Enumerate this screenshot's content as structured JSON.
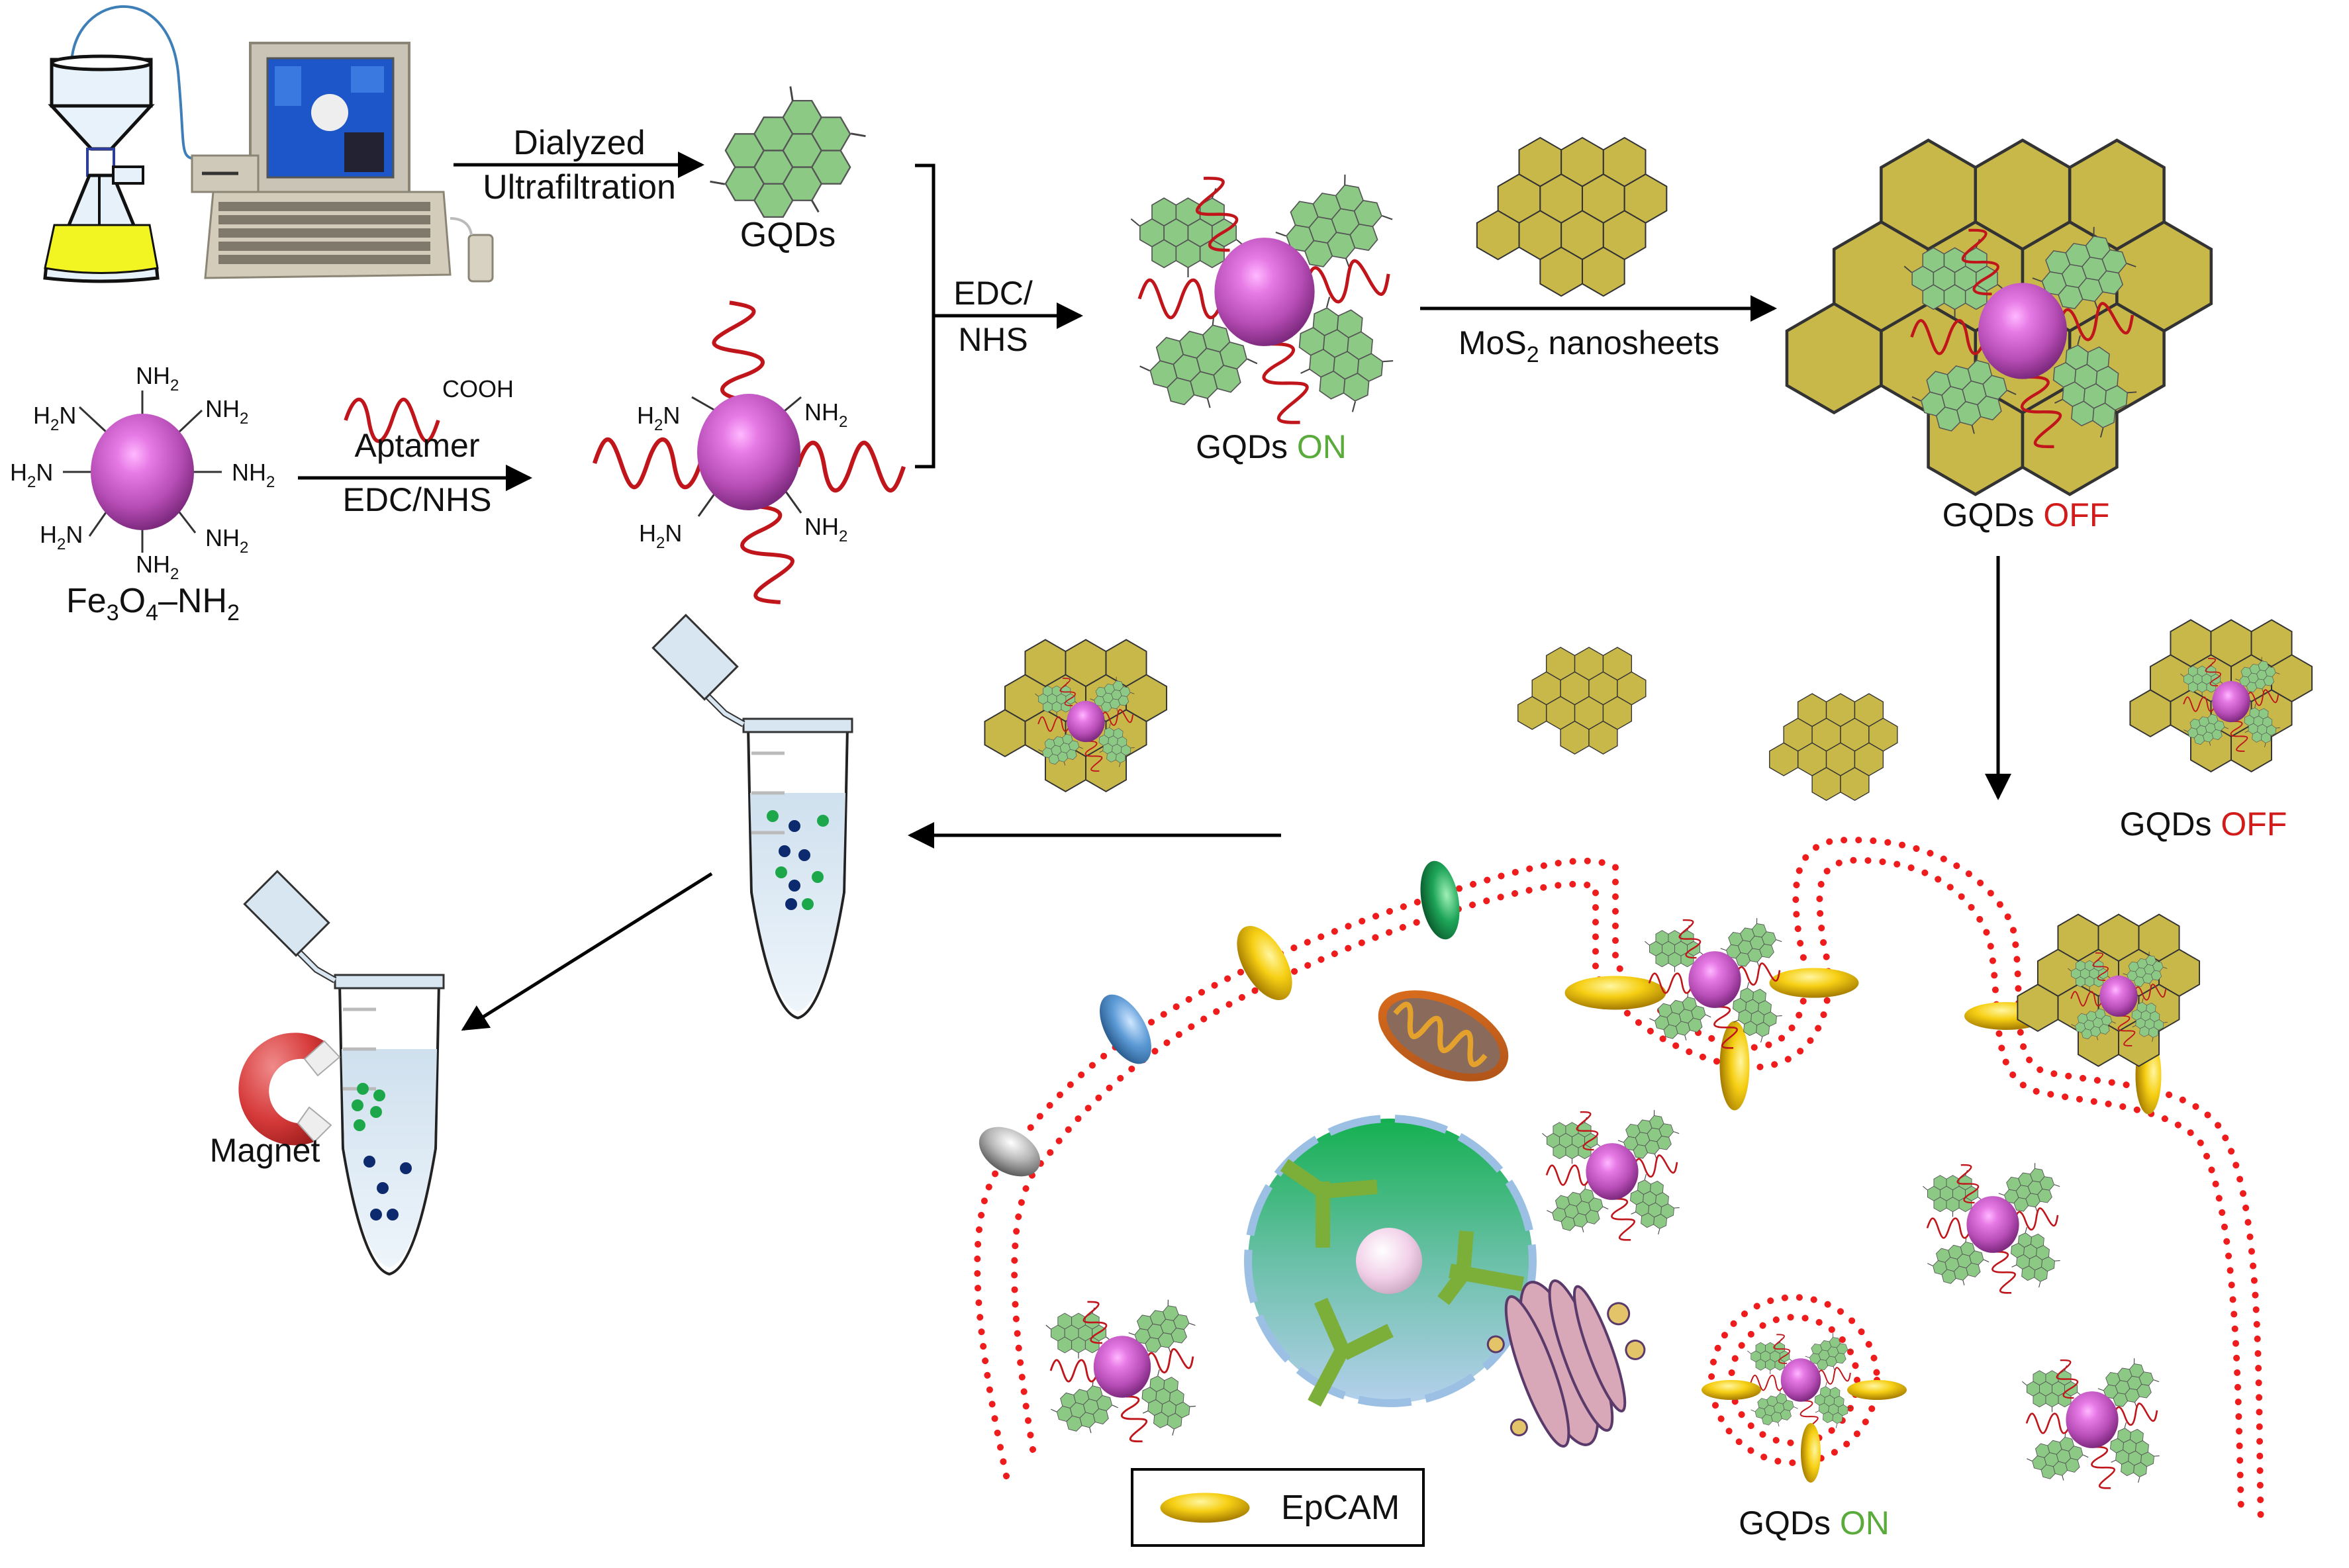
{
  "figure": {
    "type": "schematic",
    "colors": {
      "gqd_fill": "#8cc985",
      "mos2_fill": "#c8b84a",
      "fe3o4": "#c45cc4",
      "aptamer": "#c0161b",
      "membrane": "#ee1c1c",
      "on_text": "#5aaa3c",
      "off_text": "#d21c1c",
      "epcam": "#f2c40c"
    }
  },
  "synthesis": {
    "step1_top": "Dialyzed",
    "step1_bottom": "Ultrafiltration",
    "gqds_label": "GQDs",
    "aptamer_reagent": "COOH",
    "step2_top": "Aptamer",
    "step2_bottom": "EDC/NHS",
    "fe3o4_label_main": "Fe",
    "fe3o4_sub1": "3",
    "fe3o4_o": "O",
    "fe3o4_sub2": "4",
    "fe3o4_suffix": "–NH",
    "fe3o4_sub3": "2",
    "amine_group": "NH",
    "amine_group_left": "H",
    "amine_sub": "2",
    "amine_n": "N",
    "step3_top": "EDC/",
    "step3_bottom": "NHS",
    "complex_label": "GQDs",
    "complex_state": "ON",
    "step4_main": "MoS",
    "step4_sub": "2",
    "step4_suffix": " nanosheets",
    "quenched_label": "GQDs",
    "quenched_state": "OFF"
  },
  "detection": {
    "free_off_label": "GQDs",
    "free_off_state": "OFF",
    "internal_on_label": "GQDs",
    "internal_on_state": "ON",
    "magnet_label": "Magnet",
    "legend_label": "EpCAM"
  }
}
